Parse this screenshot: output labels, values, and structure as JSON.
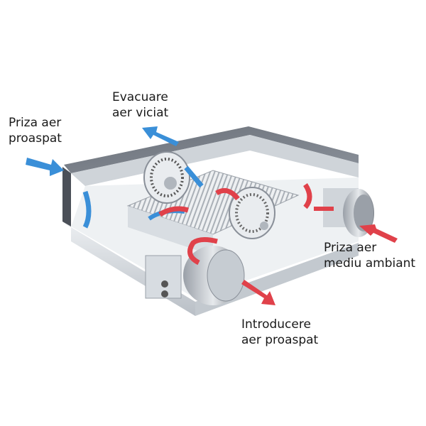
{
  "diagram": {
    "subject": "Heat recovery ventilation unit (cutaway)",
    "labels": {
      "fresh_air_intake": {
        "line1": "Priza aer",
        "line2": "proaspat"
      },
      "exhaust_stale_air": {
        "line1": "Evacuare",
        "line2": "aer viciat"
      },
      "room_air_intake": {
        "line1": "Priza aer",
        "line2": "mediu ambiant"
      },
      "fresh_air_supply": {
        "line1": "Introducere",
        "line2": "aer proaspat"
      }
    },
    "colors": {
      "cold_air_arrow": "#3a8fd8",
      "warm_air_arrow": "#e0414a",
      "casing_dark": "#5a6068",
      "casing_light": "#dfe3e8",
      "interior": "#f2f4f6"
    }
  }
}
